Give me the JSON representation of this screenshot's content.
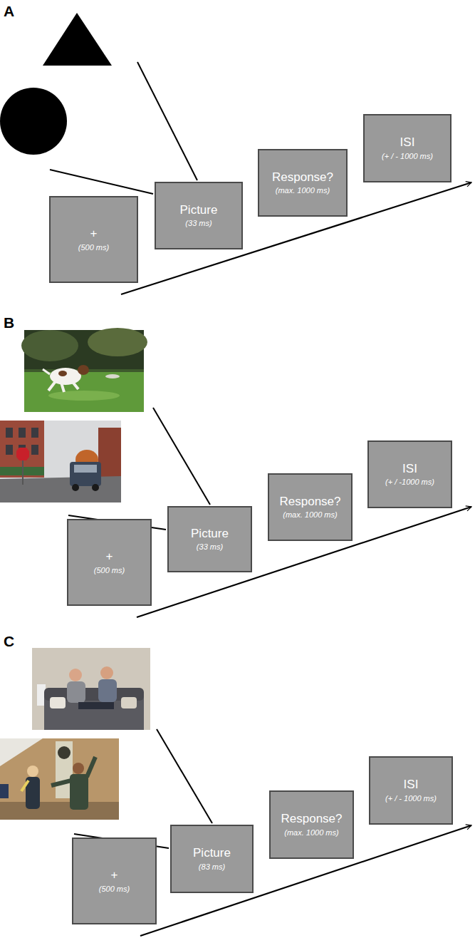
{
  "diagram": {
    "nodes": [
      {
        "text": [
          "+",
          "(500 ms)"
        ]
      },
      {
        "text": [
          "Picture",
          "(33 ms)"
        ]
      },
      {
        "text": [
          "Response?",
          "(max. 1000 ms)"
        ]
      },
      {
        "text": [
          "ISI",
          "(+ / - 1000 ms)"
        ]
      },
      {
        "text": [
          "+",
          "(500 ms)"
        ]
      },
      {
        "text": [
          "Picture",
          "(33 ms)"
        ]
      },
      {
        "text": [
          "Response?",
          "(max. 1000 ms)"
        ]
      },
      {
        "text": [
          "ISI",
          "(+ / -1000 ms)"
        ]
      },
      {
        "text": [
          "+",
          "(500 ms)"
        ]
      },
      {
        "text": [
          "Picture",
          "(83 ms)"
        ]
      },
      {
        "text": [
          "Response?",
          "(max. 1000 ms)"
        ]
      },
      {
        "text": [
          "ISI",
          "(+ / - 1000 ms)"
        ]
      }
    ],
    "labels": [
      "A",
      "B",
      "C"
    ]
  }
}
